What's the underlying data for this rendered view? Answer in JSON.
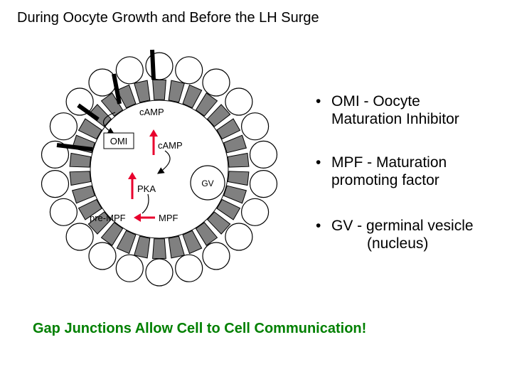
{
  "title": "During Oocyte Growth and Before the LH Surge",
  "diagram": {
    "labels": {
      "camp_top": "cAMP",
      "omi": "OMI",
      "camp_mid": "cAMP",
      "pka": "PKA",
      "gv": "GV",
      "pre_mpf": "pre-MPF",
      "mpf": "MPF"
    },
    "colors": {
      "cell_fill": "#808080",
      "arrow_red": "#e8002d",
      "outline": "#000000"
    }
  },
  "bullets": [
    {
      "line1": "OMI - Oocyte",
      "line2": "Maturation Inhibitor"
    },
    {
      "line1": "MPF - Maturation",
      "line2": "promoting factor"
    },
    {
      "line1": "GV - germinal vesicle",
      "line2": "(nucleus)"
    }
  ],
  "bullet_char": "•",
  "footer": "Gap Junctions Allow Cell to Cell Communication!"
}
